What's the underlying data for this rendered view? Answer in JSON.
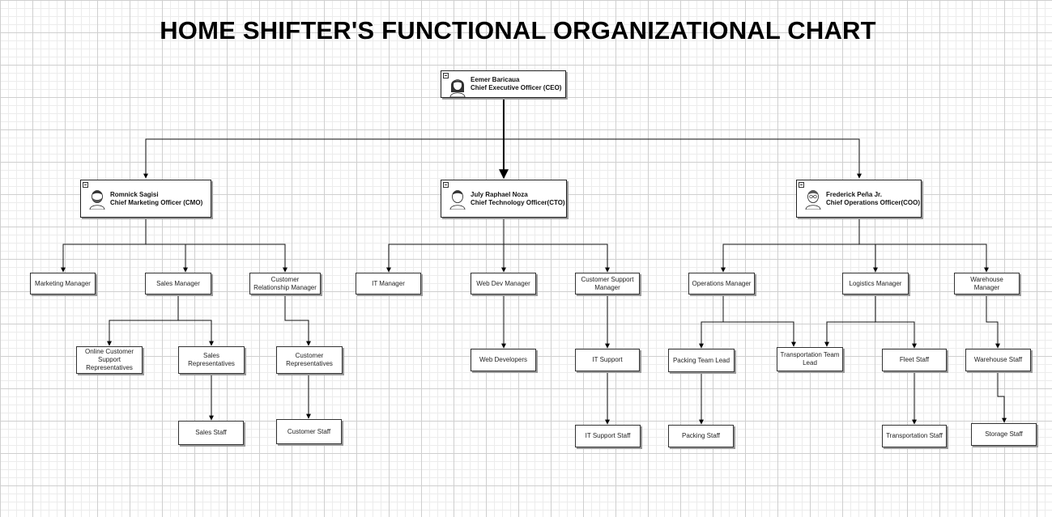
{
  "title": "HOME SHIFTER'S FUNCTIONAL ORGANIZATIONAL CHART",
  "executives": {
    "ceo": {
      "name": "Eemer Baricaua",
      "role": "Chief Executive Officer (CEO)",
      "avatar": "woman-avatar-icon"
    },
    "cmo": {
      "name": "Romnick Sagisi",
      "role": "Chief Marketing Officer (CMO)",
      "avatar": "bearded-man-avatar-icon"
    },
    "cto": {
      "name": "July Raphael Noza",
      "role": "Chief Technology Officer(CTO)",
      "avatar": "man-avatar-icon"
    },
    "coo": {
      "name": "Frederick Peña Jr.",
      "role": "Chief Operations Officer(COO)",
      "avatar": "man-glasses-avatar-icon"
    }
  },
  "marketing": {
    "marketing_manager": "Marketing Manager",
    "sales_manager": "Sales Manager",
    "crm_manager": "Customer Relationship Manager",
    "online_support": "Online Customer Support Representatives",
    "sales_reps": "Sales Representatives",
    "customer_reps": "Customer Representatives",
    "sales_staff": "Sales Staff",
    "customer_staff": "Customer Staff"
  },
  "technology": {
    "it_manager": "IT Manager",
    "webdev_manager": "Web Dev Manager",
    "support_manager": "Customer Support Manager",
    "web_developers": "Web Developers",
    "it_support": "IT Support",
    "it_support_staff": "IT Support Staff"
  },
  "operations": {
    "operations_manager": "Operations Manager",
    "logistics_manager": "Logistics Manager",
    "warehouse_manager": "Warehouse Manager",
    "packing_lead": "Packing Team Lead",
    "transport_lead": "Transportation Team Lead",
    "fleet_staff": "Fleet Staff",
    "warehouse_staff": "Warehouse Staff",
    "packing_staff": "Packing Staff",
    "transport_staff": "Transportation Staff",
    "storage_staff": "Storage Staff"
  }
}
